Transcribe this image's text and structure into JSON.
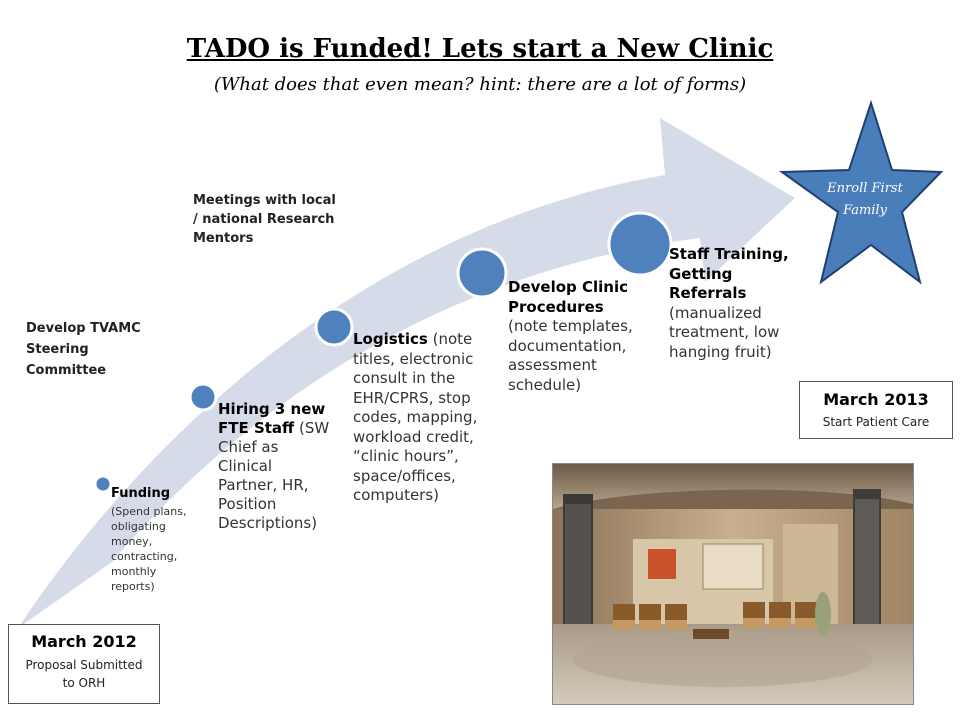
{
  "header": {
    "title": "TADO is Funded! Lets start a New Clinic",
    "subtitle": "(What does that even mean?  hint: there are a lot of forms)"
  },
  "notes": {
    "steering": "Develop TVAMC Steering Committee",
    "meetings": "Meetings with local / national Research Mentors"
  },
  "steps": [
    {
      "title": "Funding",
      "detail": "(Spend plans, obligating money, contracting, monthly reports)"
    },
    {
      "title": "Hiring 3 new FTE Staff",
      "detail": "(SW Chief as Clinical Partner, HR, Position Descriptions)"
    },
    {
      "title": "Logistics",
      "detail": "(note titles, electronic consult in the EHR/CPRS, stop codes, mapping, workload credit, “clinic hours”, space/offices, computers)"
    },
    {
      "title": "Develop Clinic Procedures",
      "detail": "(note templates, documentation, assessment schedule)"
    },
    {
      "title": "Staff Training, Getting Referrals",
      "detail": "(manualized treatment, low hanging fruit)"
    }
  ],
  "star": {
    "line1": "Enroll First",
    "line2": "Family"
  },
  "milestones": {
    "start": {
      "date": "March 2012",
      "text": "Proposal Submitted to ORH"
    },
    "end": {
      "date": "March 2013",
      "text": "Start Patient Care"
    }
  },
  "colors": {
    "arrow_fill": "#d6dbe9",
    "circle_fill": "#4f81bd",
    "star_fill": "#4a7ebb",
    "star_stroke": "#1f3f73"
  },
  "photo": {
    "subject": "clinic waiting room"
  }
}
